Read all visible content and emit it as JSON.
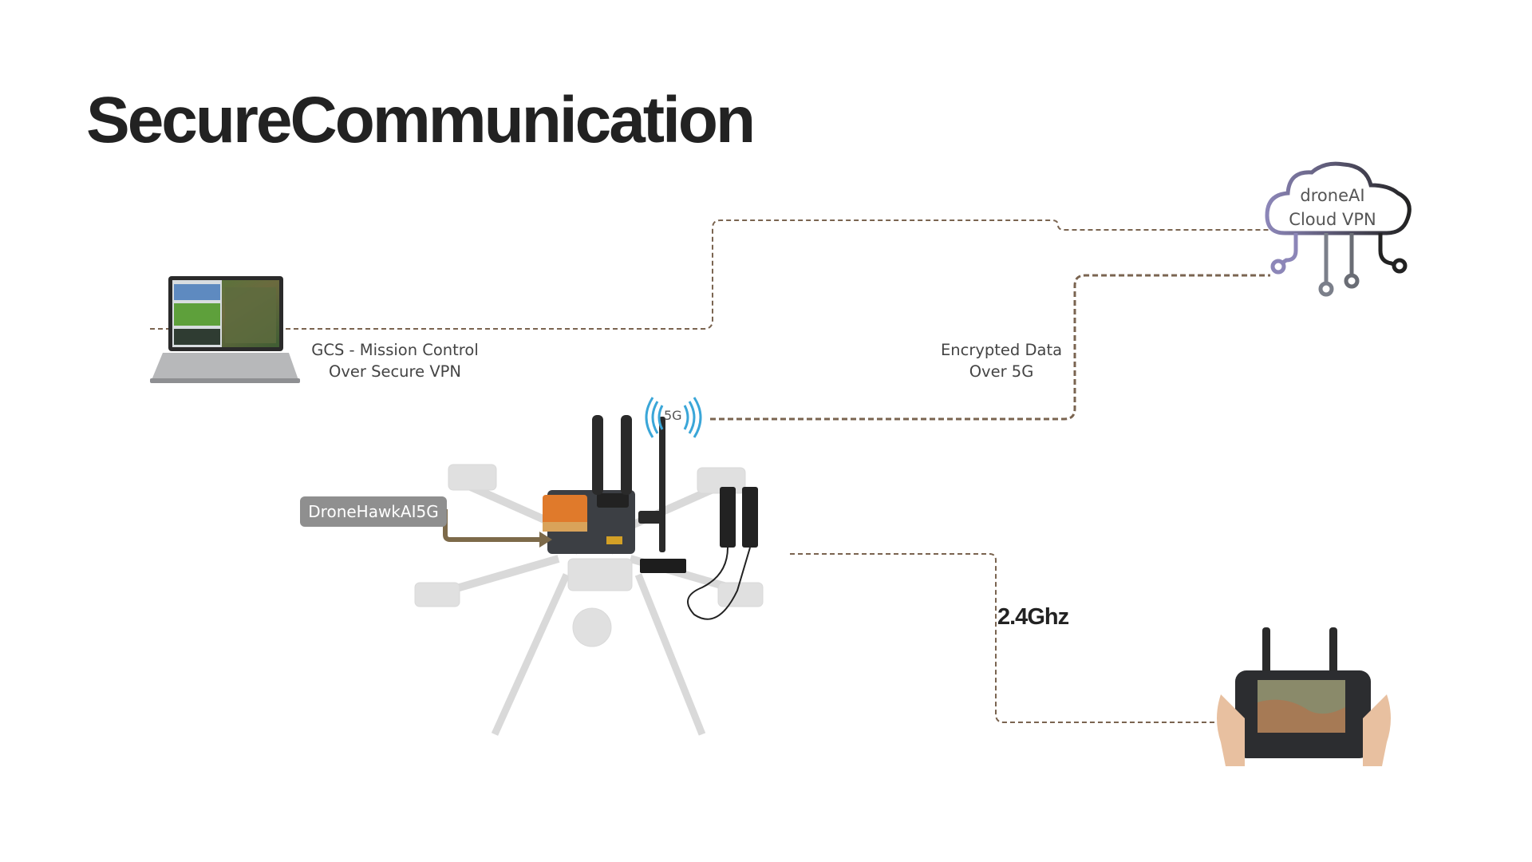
{
  "slide": {
    "title": "SecureCommunication"
  },
  "labels": {
    "gcs_line1": "GCS -  Mission Control",
    "gcs_line2": "Over Secure VPN",
    "encrypted_line1": "Encrypted Data",
    "encrypted_line2": "Over 5G",
    "cloud_line1": "droneAI",
    "cloud_line2": "Cloud VPN",
    "drone_badge": "DroneHawkAI5G",
    "fiveg": "5G",
    "frequency": "2.4Ghz"
  },
  "icons": {
    "laptop": "laptop-icon",
    "cloud": "cloud-vpn-icon",
    "drone": "drone-icon",
    "controller": "remote-controller-icon",
    "signal": "signal-5g-icon"
  },
  "colors": {
    "connector": "#7a6450",
    "arrow": "#7d6a4a",
    "cloud_gradient_start": "#8c86b8",
    "cloud_gradient_end": "#222222",
    "signal": "#3aa6d8"
  }
}
